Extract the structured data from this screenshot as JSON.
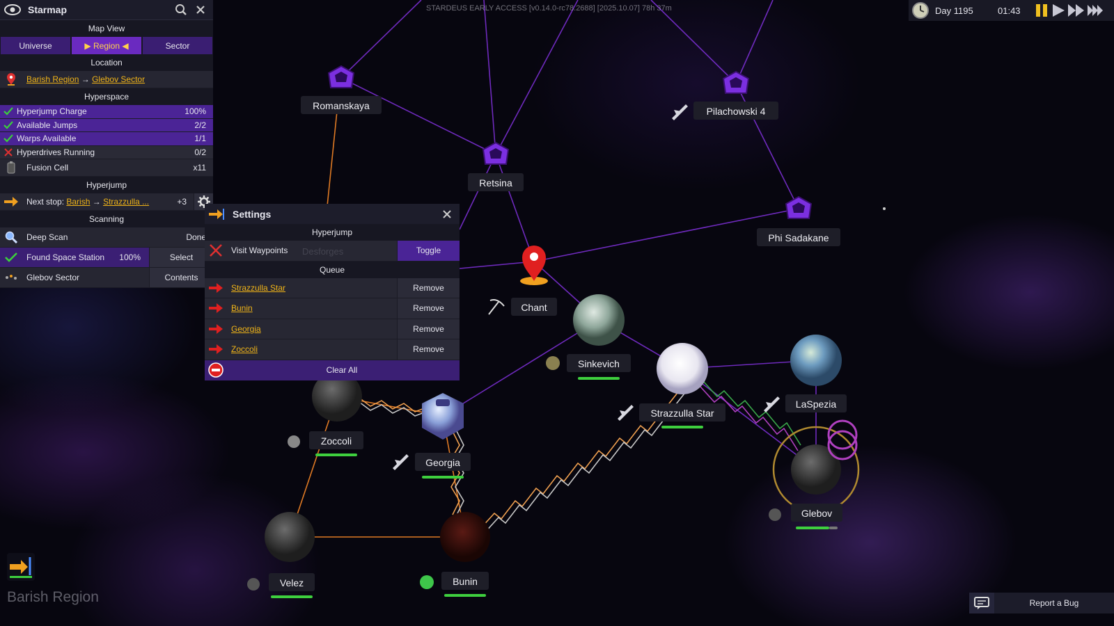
{
  "build_info": "STARDEUS EARLY ACCESS [v0.14.0-rc78.2688] [2025.10.07] 78h 37m",
  "starmap": {
    "title": "Starmap",
    "map_view_title": "Map View",
    "tabs": [
      "Universe",
      "▶ Region ◀",
      "Sector"
    ],
    "active_tab": 1,
    "location_title": "Location",
    "location_region": "Barish Region",
    "location_sep": "→",
    "location_sector": "Glebov Sector",
    "hyperspace_title": "Hyperspace",
    "hyperspace": [
      {
        "label": "Hyperjump Charge",
        "value": "100%",
        "ok": true,
        "fill": 1.0
      },
      {
        "label": "Available Jumps",
        "value": "2/2",
        "ok": true,
        "fill": 1.0
      },
      {
        "label": "Warps Available",
        "value": "1/1",
        "ok": true,
        "fill": 1.0
      },
      {
        "label": "Hyperdrives Running",
        "value": "0/2",
        "ok": false,
        "fill": 0.0
      }
    ],
    "fusion_label": "Fusion Cell",
    "fusion_value": "x11",
    "hyperjump_title": "Hyperjump",
    "next_stop_label": "Next stop:",
    "next_stop_from": "Barish",
    "next_stop_sep": "→",
    "next_stop_to": "Strazzulla ...",
    "next_stop_more": "+3",
    "scanning_title": "Scanning",
    "deep_scan_label": "Deep Scan",
    "deep_scan_status": "Done",
    "found_label": "Found Space Station",
    "found_value": "100%",
    "found_button": "Select",
    "sector_label": "Glebov Sector",
    "sector_button": "Contents"
  },
  "settings": {
    "title": "Settings",
    "hyperjump_title": "Hyperjump",
    "visit_label": "Visit Waypoints",
    "visit_ghost": "Desforges",
    "toggle_button": "Toggle",
    "queue_title": "Queue",
    "queue": [
      "Strazzulla Star",
      "Bunin",
      "Georgia",
      "Zoccoli"
    ],
    "remove_button": "Remove",
    "clear_all": "Clear All"
  },
  "hud": {
    "day": "Day 1195",
    "time": "01:43"
  },
  "region_title": "Barish Region",
  "report_bug": "Report a Bug",
  "map": {
    "nodes": [
      {
        "name": "Romanskaya",
        "type": "station"
      },
      {
        "name": "Retsina",
        "type": "station"
      },
      {
        "name": "Pilachowski 4",
        "type": "station"
      },
      {
        "name": "Phi Sadakane",
        "type": "station"
      },
      {
        "name": "Chant",
        "type": "current"
      },
      {
        "name": "Sinkevich",
        "type": "planet"
      },
      {
        "name": "Strazzulla Star",
        "type": "star"
      },
      {
        "name": "LaSpezia",
        "type": "planet"
      },
      {
        "name": "Glebov",
        "type": "asteroid"
      },
      {
        "name": "Zoccoli",
        "type": "asteroid"
      },
      {
        "name": "Georgia",
        "type": "station-planet"
      },
      {
        "name": "Velez",
        "type": "asteroid"
      },
      {
        "name": "Bunin",
        "type": "dark-planet"
      }
    ]
  },
  "colors": {
    "accent": "#6a2ac0",
    "link": "#f0b418",
    "ok": "#3ccf3c",
    "bad": "#e03030",
    "lane": "#8a2be2",
    "route": "#f08a20"
  }
}
